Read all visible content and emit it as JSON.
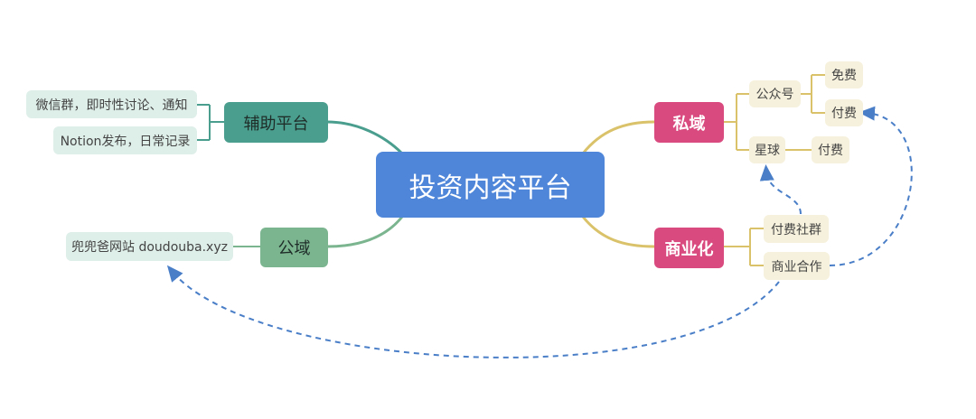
{
  "root": {
    "label": "投资内容平台"
  },
  "left": {
    "assist": {
      "label": "辅助平台",
      "items": [
        "微信群，即时性讨论、通知",
        "Notion发布，日常记录"
      ]
    },
    "public": {
      "label": "公域",
      "items": [
        "兜兜爸网站 doudouba.xyz"
      ]
    }
  },
  "right": {
    "private": {
      "label": "私域",
      "gzh": {
        "label": "公众号",
        "children": [
          "免费",
          "付费"
        ]
      },
      "xq": {
        "label": "星球",
        "children": [
          "付费"
        ]
      }
    },
    "commerce": {
      "label": "商业化",
      "items": [
        "付费社群",
        "商业合作"
      ]
    }
  },
  "colors": {
    "center": "#4f86d9",
    "assist": "#4a9e8e",
    "public": "#7bb58f",
    "private": "#d94a7e",
    "commerce": "#d94a7e",
    "gold_line": "#d9c26a",
    "teal_line": "#4a9e8e",
    "dash_arrow": "#4a7fc8"
  }
}
